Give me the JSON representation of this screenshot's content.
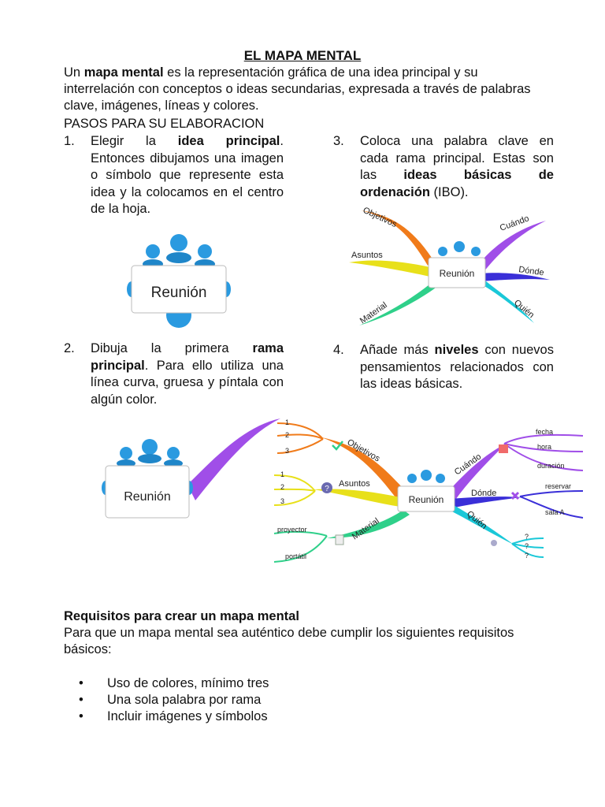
{
  "title": "EL MAPA MENTAL",
  "intro": {
    "pre": "Un ",
    "bold": "mapa mental",
    "post": " es la representación gráfica de una idea principal y su interrelación con conceptos o ideas secundarias, expresada a través de palabras clave, imágenes, líneas y colores."
  },
  "pasos_heading": "PASOS PARA SU ELABORACION",
  "steps": [
    {
      "num": "1.",
      "p1": "Elegir la ",
      "b1": "idea principal",
      "p2": ". Entonces dibujamos una imagen o símbolo que represente esta idea y la colocamos en el centro de la hoja."
    },
    {
      "num": "2.",
      "p1": "Dibuja la primera ",
      "b1": "rama principal",
      "p2": ". Para ello utiliza una línea curva, gruesa y píntala con algún color."
    },
    {
      "num": "3.",
      "p1": "Coloca una palabra clave en cada rama principal. Estas son las ",
      "b1": "ideas básicas de ordenación",
      "p2": " (IBO)."
    },
    {
      "num": "4.",
      "p1": "Añade más ",
      "b1": "niveles",
      "p2": " con nuevos pensamientos relacionados con las ideas básicas."
    }
  ],
  "figures": {
    "central": "Reunión",
    "branches": {
      "objetivos": "Objetivos",
      "asuntos": "Asuntos",
      "material": "Material",
      "cuando": "Cuándo",
      "donde": "Dónde",
      "quien": "Quién"
    },
    "sub": {
      "n1": "1",
      "n2": "2",
      "n3": "3",
      "proyector": "proyector",
      "portatil": "portátil",
      "fecha": "fecha",
      "hora": "hora",
      "duracion": "duración",
      "reservar": "reservar",
      "salaA": "sala A",
      "q": "?"
    },
    "colors": {
      "objetivos": "#f07b1a",
      "asuntos": "#e8e01a",
      "material": "#2fd08a",
      "cuando": "#a04ee8",
      "donde": "#3a2fd8",
      "quien": "#1ac8d8",
      "head": "#2a9ae0"
    }
  },
  "requirements": {
    "heading": "Requisitos para crear un mapa mental",
    "paragraph": "Para que un mapa mental sea auténtico debe cumplir los siguientes requisitos básicos:",
    "items": [
      "Uso de colores, mínimo tres",
      "Una sola palabra por rama",
      "Incluir imágenes y símbolos"
    ]
  }
}
